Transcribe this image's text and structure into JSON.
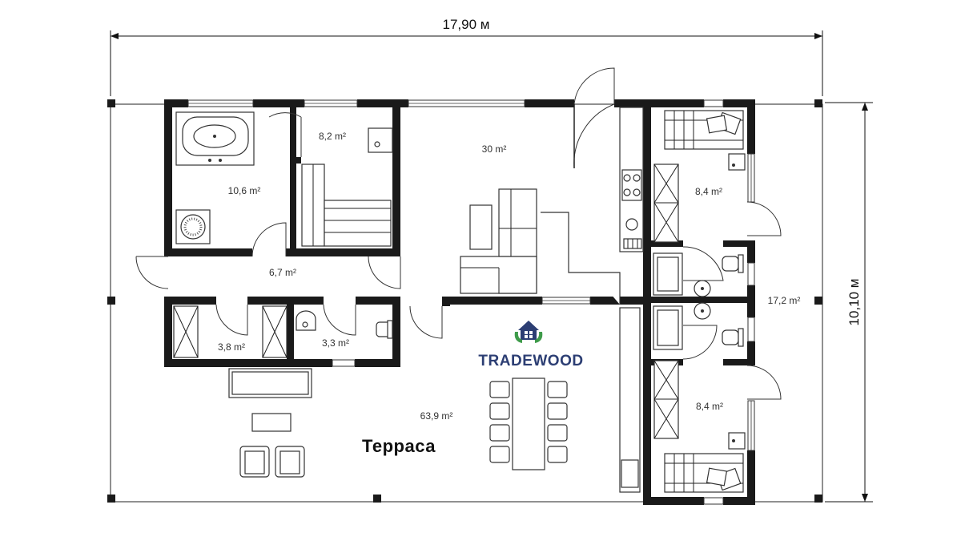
{
  "dimensions": {
    "width_label": "17,90 м",
    "height_label": "10,10 м"
  },
  "rooms": {
    "bathroom": "10,6 m²",
    "sauna": "8,2 m²",
    "living_kitchen": "30 m²",
    "bedroom_top": "8,4 m²",
    "hall": "6,7 m²",
    "corridor_right": "17,2 m²",
    "storage": "3,8 m²",
    "wc": "3,3 m²",
    "bedroom_bottom": "8,4 m²",
    "terrace_area": "63,9 m²"
  },
  "labels": {
    "terrace": "Терраса",
    "brand": "TRADEWOOD"
  },
  "icons": {
    "logo": "house-logo-icon",
    "brand_color": "#2c3e73",
    "logo_green": "#3e9b4a"
  }
}
